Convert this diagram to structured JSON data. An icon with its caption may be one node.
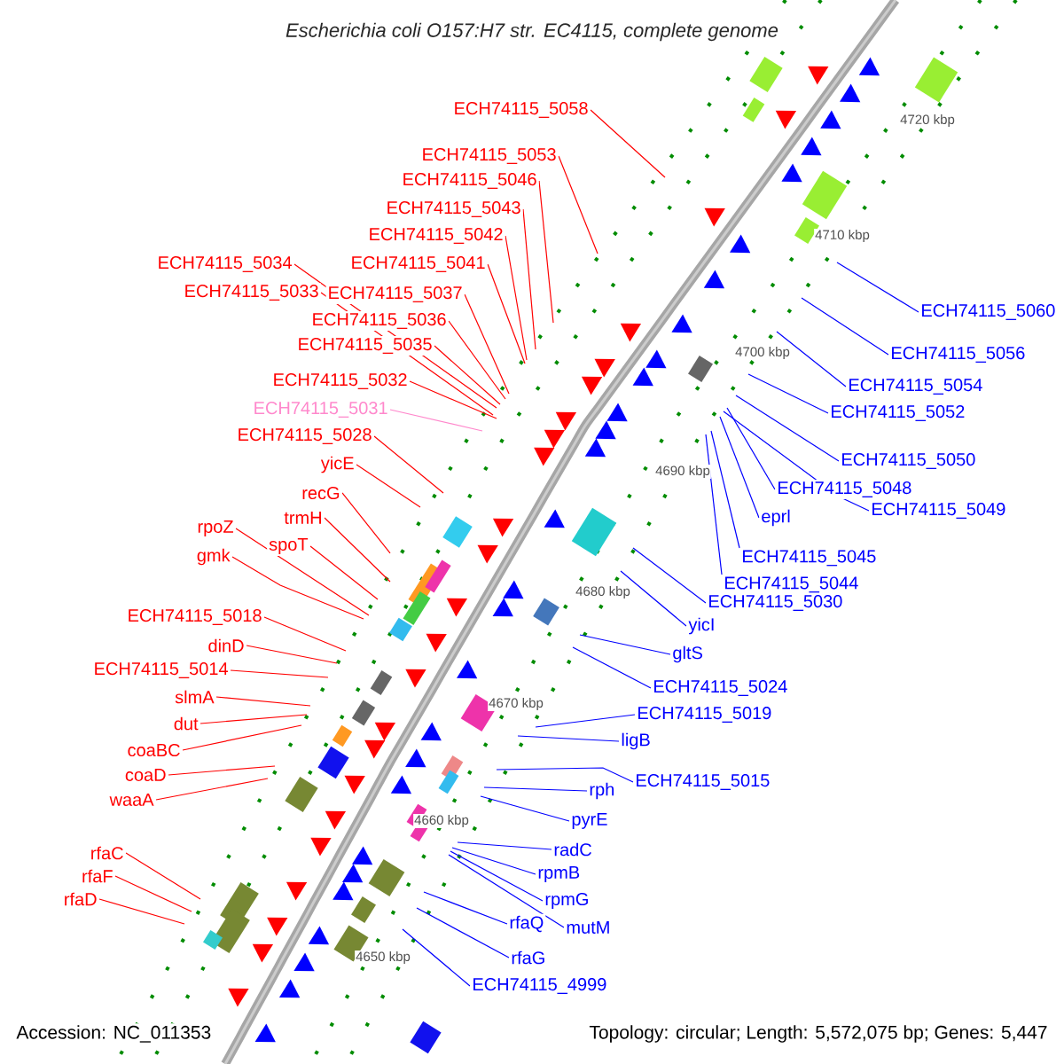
{
  "diagram": {
    "title": "Escherichia coli O157:H7 str. EC4115, complete genome",
    "nodes": [
      {
        "text": [
          "ECH74115_5058"
        ]
      },
      {
        "text": [
          "ECH74115_5053"
        ]
      },
      {
        "text": [
          "ECH74115_5046"
        ]
      },
      {
        "text": [
          "ECH74115_5043"
        ]
      },
      {
        "text": [
          "ECH74115_5042"
        ]
      },
      {
        "text": [
          "ECH74115_5041"
        ]
      },
      {
        "text": [
          "ECH74115_5034"
        ]
      },
      {
        "text": [
          "ECH74115_5033"
        ]
      },
      {
        "text": [
          "ECH74115_5037"
        ]
      },
      {
        "text": [
          "ECH74115_5036"
        ]
      },
      {
        "text": [
          "ECH74115_5035"
        ]
      },
      {
        "text": [
          "ECH74115_5032"
        ]
      },
      {
        "text": [
          "ECH74115_5031"
        ]
      },
      {
        "text": [
          "ECH74115_5028"
        ]
      },
      {
        "text": [
          "yicE"
        ]
      },
      {
        "text": [
          "recG"
        ]
      },
      {
        "text": [
          "trmH"
        ]
      },
      {
        "text": [
          "rpoZ"
        ]
      },
      {
        "text": [
          "spoT"
        ]
      },
      {
        "text": [
          "gmk"
        ]
      },
      {
        "text": [
          "ECH74115_5018"
        ]
      },
      {
        "text": [
          "dinD"
        ]
      },
      {
        "text": [
          "ECH74115_5014"
        ]
      },
      {
        "text": [
          "slmA"
        ]
      },
      {
        "text": [
          "dut"
        ]
      },
      {
        "text": [
          "coaBC"
        ]
      },
      {
        "text": [
          "coaD"
        ]
      },
      {
        "text": [
          "waaA"
        ]
      },
      {
        "text": [
          "rfaC"
        ]
      },
      {
        "text": [
          "rfaF"
        ]
      },
      {
        "text": [
          "rfaD"
        ]
      },
      {
        "text": [
          "ECH74115_5060"
        ]
      },
      {
        "text": [
          "ECH74115_5056"
        ]
      },
      {
        "text": [
          "ECH74115_5054"
        ]
      },
      {
        "text": [
          "ECH74115_5052"
        ]
      },
      {
        "text": [
          "ECH74115_5050"
        ]
      },
      {
        "text": [
          "ECH74115_5048"
        ]
      },
      {
        "text": [
          "ECH74115_5049"
        ]
      },
      {
        "text": [
          "eprl"
        ]
      },
      {
        "text": [
          "ECH74115_5045"
        ]
      },
      {
        "text": [
          "ECH74115_5044"
        ]
      },
      {
        "text": [
          "ECH74115_5030"
        ]
      },
      {
        "text": [
          "yicI"
        ]
      },
      {
        "text": [
          "gltS"
        ]
      },
      {
        "text": [
          "ECH74115_5024"
        ]
      },
      {
        "text": [
          "ECH74115_5019"
        ]
      },
      {
        "text": [
          "ligB"
        ]
      },
      {
        "text": [
          "ECH74115_5015"
        ]
      },
      {
        "text": [
          "rph"
        ]
      },
      {
        "text": [
          "pyrE"
        ]
      },
      {
        "text": [
          "radC"
        ]
      },
      {
        "text": [
          "rpmB"
        ]
      },
      {
        "text": [
          "rpmG"
        ]
      },
      {
        "text": [
          "mutM"
        ]
      },
      {
        "text": [
          "rfaQ"
        ]
      },
      {
        "text": [
          "rfaG"
        ]
      },
      {
        "text": [
          "ECH74115_4999"
        ]
      }
    ],
    "edges": [
      {
        "from": 0,
        "to": null,
        "arrow": "none"
      },
      {
        "from": 1,
        "to": null,
        "arrow": "none"
      },
      {
        "from": 2,
        "to": null,
        "arrow": "none"
      },
      {
        "from": 3,
        "to": null,
        "arrow": "none"
      },
      {
        "from": 4,
        "to": null,
        "arrow": "none"
      },
      {
        "from": 5,
        "to": null,
        "arrow": "none"
      },
      {
        "from": 6,
        "to": null,
        "arrow": "none"
      },
      {
        "from": 7,
        "to": null,
        "arrow": "none"
      },
      {
        "from": 8,
        "to": null,
        "arrow": "none"
      },
      {
        "from": 9,
        "to": null,
        "arrow": "none"
      },
      {
        "from": 10,
        "to": null,
        "arrow": "none"
      },
      {
        "from": 11,
        "to": null,
        "arrow": "none"
      },
      {
        "from": 12,
        "to": null,
        "arrow": "none",
        "color": "#ff88cc"
      },
      {
        "from": 13,
        "to": null,
        "arrow": "none"
      },
      {
        "from": 14,
        "to": null,
        "arrow": "none"
      },
      {
        "from": 15,
        "to": null,
        "arrow": "none"
      },
      {
        "from": 16,
        "to": null,
        "arrow": "none"
      },
      {
        "from": 17,
        "to": null,
        "arrow": "none"
      },
      {
        "from": 18,
        "to": null,
        "arrow": "none"
      },
      {
        "from": 19,
        "to": null,
        "arrow": "none"
      },
      {
        "from": 20,
        "to": null,
        "arrow": "none"
      },
      {
        "from": 21,
        "to": null,
        "arrow": "none"
      },
      {
        "from": 22,
        "to": null,
        "arrow": "none"
      },
      {
        "from": 23,
        "to": null,
        "arrow": "none"
      },
      {
        "from": 24,
        "to": null,
        "arrow": "none"
      },
      {
        "from": 25,
        "to": null,
        "arrow": "none"
      },
      {
        "from": 26,
        "to": null,
        "arrow": "none"
      },
      {
        "from": 27,
        "to": null,
        "arrow": "none"
      },
      {
        "from": 28,
        "to": null,
        "arrow": "none"
      },
      {
        "from": 29,
        "to": null,
        "arrow": "none"
      },
      {
        "from": 30,
        "to": null,
        "arrow": "none"
      },
      {
        "from": 31,
        "to": null,
        "arrow": "none",
        "color": "#0000ff"
      },
      {
        "from": 32,
        "to": null,
        "arrow": "none",
        "color": "#0000ff"
      },
      {
        "from": 33,
        "to": null,
        "arrow": "none",
        "color": "#0000ff"
      },
      {
        "from": 34,
        "to": null,
        "arrow": "none",
        "color": "#0000ff"
      },
      {
        "from": 35,
        "to": null,
        "arrow": "none",
        "color": "#0000ff"
      },
      {
        "from": 36,
        "to": null,
        "arrow": "none",
        "color": "#0000ff"
      },
      {
        "from": 37,
        "to": null,
        "arrow": "none",
        "color": "#0000ff"
      },
      {
        "from": 38,
        "to": null,
        "arrow": "none",
        "color": "#0000ff"
      },
      {
        "from": 39,
        "to": null,
        "arrow": "none",
        "color": "#0000ff"
      },
      {
        "from": 40,
        "to": null,
        "arrow": "none",
        "color": "#0000ff"
      },
      {
        "from": 41,
        "to": null,
        "arrow": "none",
        "color": "#0000ff"
      },
      {
        "from": 42,
        "to": null,
        "arrow": "none",
        "color": "#0000ff"
      },
      {
        "from": 43,
        "to": null,
        "arrow": "none",
        "color": "#0000ff"
      },
      {
        "from": 44,
        "to": null,
        "arrow": "none",
        "color": "#0000ff"
      },
      {
        "from": 45,
        "to": null,
        "arrow": "none",
        "color": "#0000ff"
      },
      {
        "from": 46,
        "to": null,
        "arrow": "none",
        "color": "#0000ff"
      },
      {
        "from": 47,
        "to": null,
        "arrow": "none",
        "color": "#0000ff"
      },
      {
        "from": 48,
        "to": null,
        "arrow": "none",
        "color": "#0000ff"
      },
      {
        "from": 49,
        "to": null,
        "arrow": "none",
        "color": "#0000ff"
      },
      {
        "from": 50,
        "to": null,
        "arrow": "none",
        "color": "#0000ff"
      },
      {
        "from": 51,
        "to": null,
        "arrow": "none",
        "color": "#0000ff"
      },
      {
        "from": 52,
        "to": null,
        "arrow": "none",
        "color": "#0000ff"
      },
      {
        "from": 53,
        "to": null,
        "arrow": "none",
        "color": "#0000ff"
      },
      {
        "from": 54,
        "to": null,
        "arrow": "none",
        "color": "#0000ff"
      },
      {
        "from": 55,
        "to": null,
        "arrow": "none",
        "color": "#0000ff"
      },
      {
        "from": 56,
        "to": null,
        "arrow": "none",
        "color": "#0000ff"
      }
    ],
    "labels": [
      "4720 kbp",
      "4710 kbp",
      "4700 kbp",
      "4690 kbp",
      "4680 kbp",
      "4670 kbp",
      "4660 kbp",
      "4650 kbp",
      "Accession: NC_011353",
      "Topology: circular; Length: 5,572,075 bp; Genes: 5,447"
    ]
  }
}
